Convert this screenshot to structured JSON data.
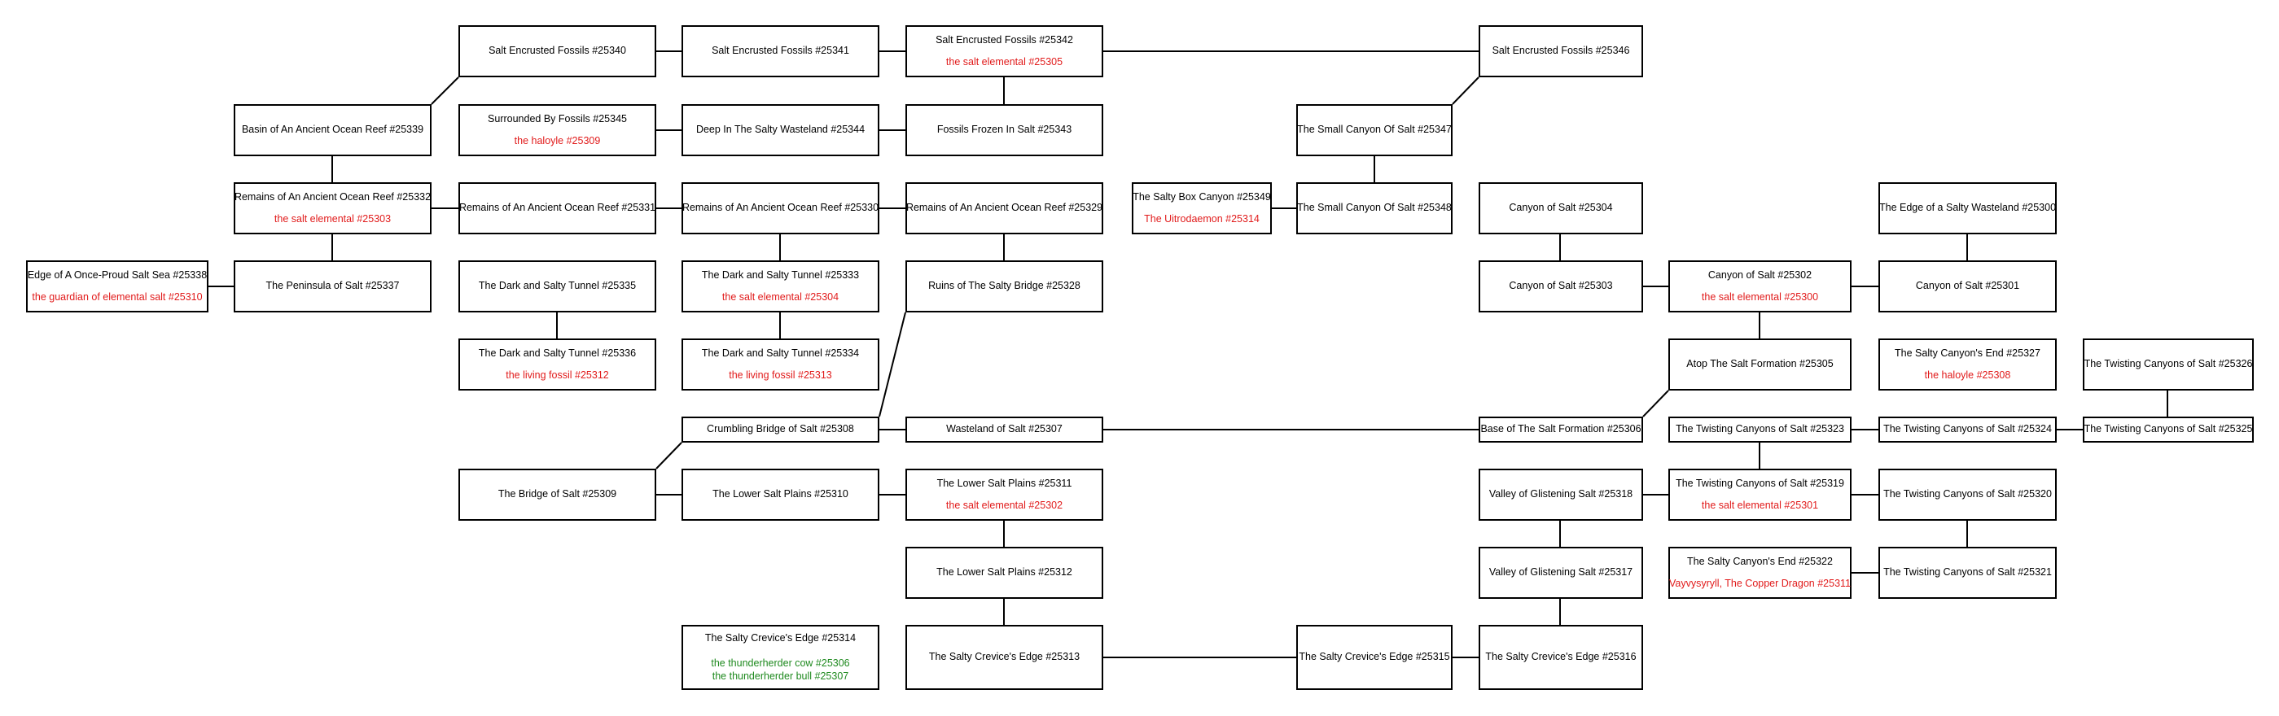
{
  "rooms": {
    "r25340": {
      "name": "Salt Encrusted Fossils #25340"
    },
    "r25341": {
      "name": "Salt Encrusted Fossils #25341"
    },
    "r25342": {
      "name": "Salt Encrusted Fossils #25342",
      "mob": "the salt elemental #25305"
    },
    "r25346": {
      "name": "Salt Encrusted Fossils #25346"
    },
    "r25339": {
      "name": "Basin of An Ancient Ocean Reef #25339"
    },
    "r25345": {
      "name": "Surrounded By Fossils #25345",
      "mob": "the haloyle #25309"
    },
    "r25344": {
      "name": "Deep In The Salty Wasteland #25344"
    },
    "r25343": {
      "name": "Fossils Frozen In Salt #25343"
    },
    "r25347": {
      "name": "The Small Canyon Of Salt #25347"
    },
    "r25332": {
      "name": "Remains of An Ancient Ocean Reef #25332",
      "mob": "the salt elemental #25303"
    },
    "r25331": {
      "name": "Remains of An Ancient Ocean Reef #25331"
    },
    "r25330": {
      "name": "Remains of An Ancient Ocean Reef #25330"
    },
    "r25329": {
      "name": "Remains of An Ancient Ocean Reef #25329"
    },
    "r25349": {
      "name": "The Salty Box Canyon #25349",
      "mob": "The Uitrodaemon #25314"
    },
    "r25348": {
      "name": "The Small Canyon Of Salt #25348"
    },
    "r25304": {
      "name": "Canyon of Salt #25304"
    },
    "r25300": {
      "name": "The Edge of a Salty Wasteland #25300"
    },
    "r25338": {
      "name": "Edge of A Once-Proud Salt Sea #25338",
      "mob": "the guardian of elemental salt #25310"
    },
    "r25337": {
      "name": "The Peninsula of Salt #25337"
    },
    "r25335": {
      "name": "The Dark and Salty Tunnel #25335"
    },
    "r25333": {
      "name": "The Dark and Salty Tunnel #25333",
      "mob": "the salt elemental #25304"
    },
    "r25328": {
      "name": "Ruins of The Salty Bridge #25328"
    },
    "r25303": {
      "name": "Canyon of Salt #25303"
    },
    "r25302": {
      "name": "Canyon of Salt #25302",
      "mob": "the salt elemental #25300"
    },
    "r25301": {
      "name": "Canyon of Salt #25301"
    },
    "r25336": {
      "name": "The Dark and Salty Tunnel #25336",
      "mob": "the living fossil #25312"
    },
    "r25334": {
      "name": "The Dark and Salty Tunnel #25334",
      "mob": "the living fossil #25313"
    },
    "r25305": {
      "name": "Atop The Salt Formation #25305"
    },
    "r25327": {
      "name": "The Salty Canyon's End #25327",
      "mob": "the haloyle #25308"
    },
    "r25326": {
      "name": "The Twisting Canyons of Salt #25326"
    },
    "r25308": {
      "name": "Crumbling Bridge of Salt #25308"
    },
    "r25307": {
      "name": "Wasteland of Salt #25307"
    },
    "r25306": {
      "name": "Base of The Salt Formation #25306"
    },
    "r25323": {
      "name": "The Twisting Canyons of Salt #25323"
    },
    "r25324": {
      "name": "The Twisting Canyons of Salt #25324"
    },
    "r25325": {
      "name": "The Twisting Canyons of Salt #25325"
    },
    "r25309": {
      "name": "The Bridge of Salt #25309"
    },
    "r25310": {
      "name": "The Lower Salt Plains #25310"
    },
    "r25311": {
      "name": "The Lower Salt Plains #25311",
      "mob": "the salt elemental #25302"
    },
    "r25318": {
      "name": "Valley of Glistening Salt #25318"
    },
    "r25319": {
      "name": "The Twisting Canyons of Salt #25319",
      "mob": "the salt elemental #25301"
    },
    "r25320": {
      "name": "The Twisting Canyons of Salt #25320"
    },
    "r25312": {
      "name": "The Lower Salt Plains #25312"
    },
    "r25317": {
      "name": "Valley of Glistening Salt #25317"
    },
    "r25322": {
      "name": "The Salty Canyon's End #25322",
      "mob": "Vayvysyryll, The Copper Dragon #25311"
    },
    "r25321": {
      "name": "The Twisting Canyons of Salt #25321"
    },
    "r25314": {
      "name": "The Salty Crevice's Edge #25314",
      "mob": "the thunderherder cow #25306",
      "mob2": "the thunderherder bull #25307"
    },
    "r25313": {
      "name": "The Salty Crevice's Edge #25313"
    },
    "r25315": {
      "name": "The Salty Crevice's Edge #25315"
    },
    "r25316": {
      "name": "The Salty Crevice's Edge #25316"
    }
  },
  "colors": {
    "hostile": "#e11b1b",
    "passive": "#1f8a1f",
    "line": "#000000"
  }
}
